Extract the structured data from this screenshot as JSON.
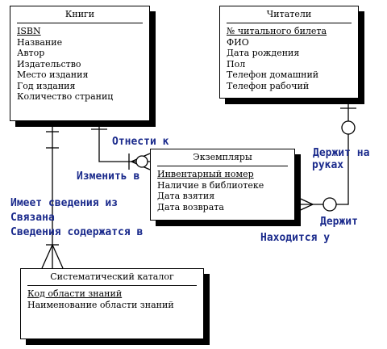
{
  "diagram": {
    "accent_color": "#1a2a8c",
    "entities": {
      "books": {
        "title": "Книги",
        "attributes": [
          "ISBN",
          "Название",
          "Автор",
          "Издательство",
          "Место издания",
          "Год издания",
          "Количество страниц"
        ]
      },
      "readers": {
        "title": "Читатели",
        "attributes": [
          "№ читального билета",
          "ФИО",
          "Дата рождения",
          "Пол",
          "Телефон домашний",
          "Телефон рабочий"
        ]
      },
      "copies": {
        "title": "Экземпляры",
        "attributes": [
          "Инвентарный номер",
          "Наличие в библиотеке",
          "Дата взятия",
          "Дата возврата"
        ]
      },
      "catalog": {
        "title": "Систематический каталог",
        "attributes": [
          "Код области знаний",
          "Наименование области знаний"
        ]
      }
    },
    "relationships": {
      "relate_to": "Отнести к",
      "change_in": "Изменить в",
      "has_info_from": "Имеет сведения из",
      "linked": "Связана",
      "info_contained_in": "Сведения содержатся в",
      "holds_in_hands_1": "Держит на",
      "holds_in_hands_2": "руках",
      "holds": "Держит",
      "is_with": "Находится у"
    }
  }
}
